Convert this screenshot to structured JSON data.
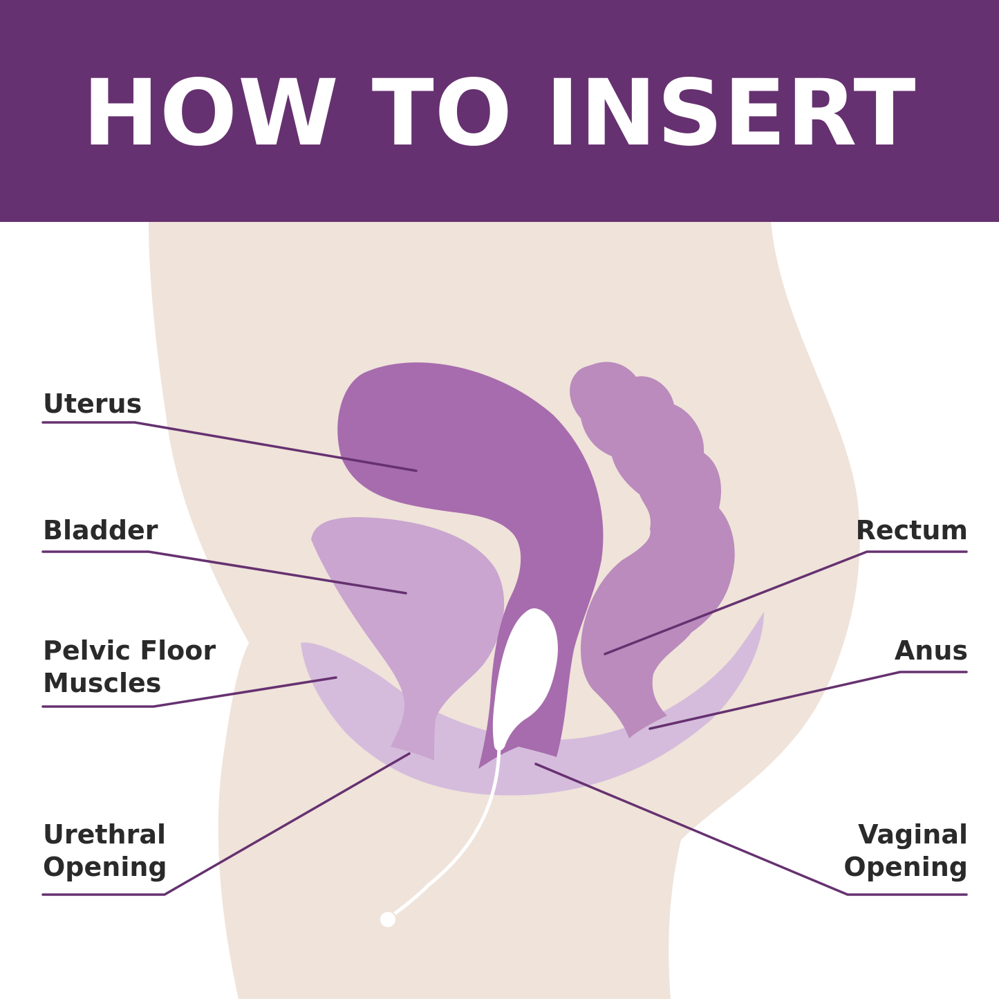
{
  "header": {
    "title": "HOW TO INSERT"
  },
  "colors": {
    "header_bg": "#663170",
    "title_text": "#ffffff",
    "body_silhouette": "#efe3da",
    "uterus": "#a76cad",
    "bladder": "#c9a5cf",
    "rectum": "#ba8bbc",
    "pelvic_floor": "#d5bcdc",
    "device": "#ffffff",
    "leader_line": "#663170",
    "label_text": "#2a2a2a"
  },
  "labels": {
    "uterus": {
      "lines": [
        "Uterus"
      ]
    },
    "bladder": {
      "lines": [
        "Bladder"
      ]
    },
    "pelvic_floor": {
      "lines": [
        "Pelvic Floor",
        "Muscles"
      ]
    },
    "urethral_opening": {
      "lines": [
        "Urethral",
        "Opening"
      ]
    },
    "rectum": {
      "lines": [
        "Rectum"
      ]
    },
    "anus": {
      "lines": [
        "Anus"
      ]
    },
    "vaginal_opening": {
      "lines": [
        "Vaginal",
        "Opening"
      ]
    }
  }
}
